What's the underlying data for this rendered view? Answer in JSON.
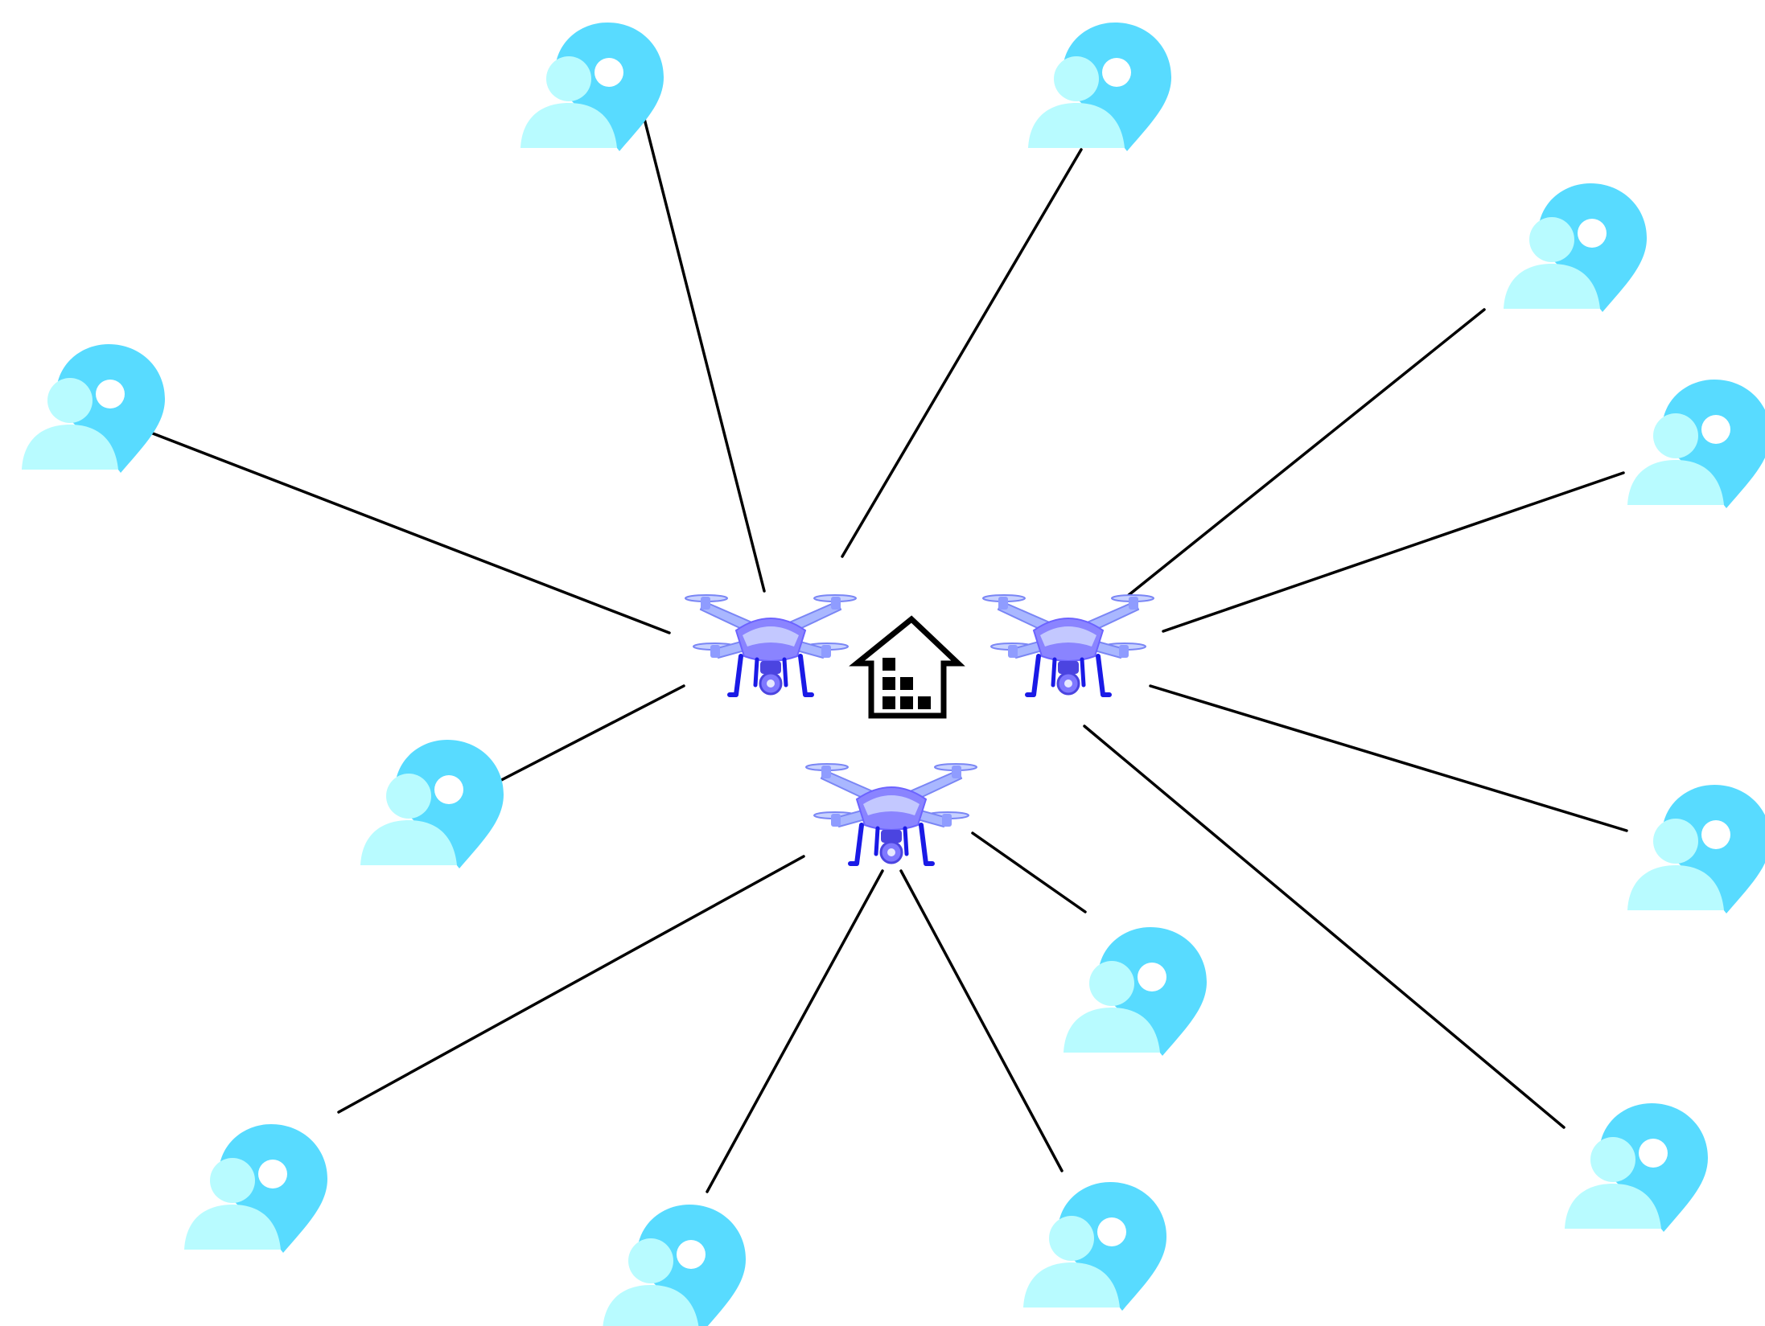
{
  "title": "",
  "colors": {
    "pin": "#58DBFF",
    "person": "#B8FBFF",
    "drone_body": "#A9B7FF",
    "drone_dark": "#6C63FF",
    "drone_legs": "#1A1AE6",
    "depot": "#000000",
    "link": "#000000"
  },
  "nodes": {
    "depot": {
      "icon": "warehouse-icon"
    },
    "drones": [
      {
        "id": "drone-left",
        "icon": "drone-icon"
      },
      {
        "id": "drone-right",
        "icon": "drone-icon"
      },
      {
        "id": "drone-bottom",
        "icon": "drone-icon"
      }
    ],
    "users": [
      {
        "id": "user-top-left",
        "icon": "user-location-icon",
        "served_by": "drone-left"
      },
      {
        "id": "user-top-right",
        "icon": "user-location-icon",
        "served_by": "drone-left"
      },
      {
        "id": "user-left",
        "icon": "user-location-icon",
        "served_by": "drone-left"
      },
      {
        "id": "user-mid-left",
        "icon": "user-location-icon",
        "served_by": "drone-left"
      },
      {
        "id": "user-upper-right",
        "icon": "user-location-icon",
        "served_by": "drone-right"
      },
      {
        "id": "user-right",
        "icon": "user-location-icon",
        "served_by": "drone-right"
      },
      {
        "id": "user-lower-right",
        "icon": "user-location-icon",
        "served_by": "drone-right"
      },
      {
        "id": "user-bottom-right",
        "icon": "user-location-icon",
        "served_by": "drone-right"
      },
      {
        "id": "user-center-right",
        "icon": "user-location-icon",
        "served_by": "drone-bottom"
      },
      {
        "id": "user-bottom-left",
        "icon": "user-location-icon",
        "served_by": "drone-bottom"
      },
      {
        "id": "user-bottom-center-left",
        "icon": "user-location-icon",
        "served_by": "drone-bottom"
      },
      {
        "id": "user-bottom-center-right",
        "icon": "user-location-icon",
        "served_by": "drone-bottom"
      }
    ]
  }
}
